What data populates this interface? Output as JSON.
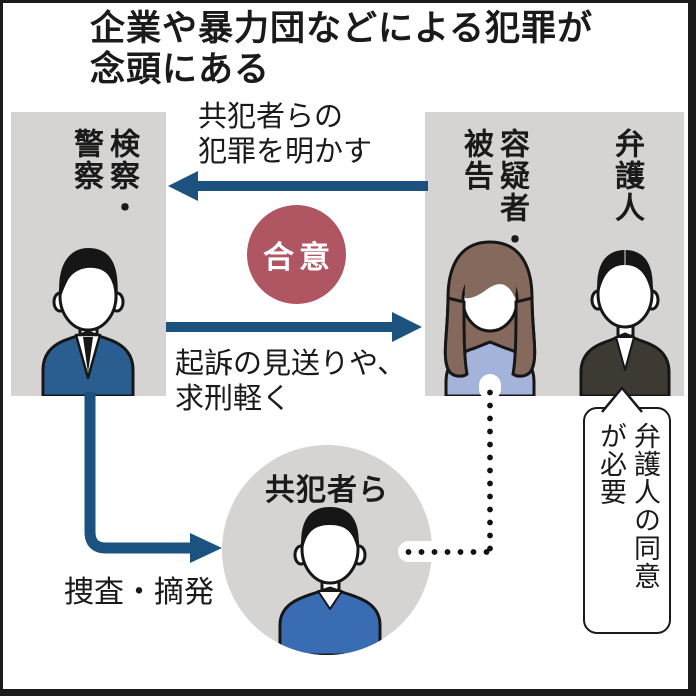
{
  "title": {
    "line1": "企業や暴力団などによる犯罪が",
    "line2": "念頭にある"
  },
  "left_box": {
    "label": "検察・警察"
  },
  "right_box": {
    "suspect_label": "容疑者・被告",
    "lawyer_label": "弁護人"
  },
  "agreement": {
    "label": "合意"
  },
  "flows": {
    "reveal": {
      "line1": "共犯者らの",
      "line2": "犯罪を明かす"
    },
    "benefit": {
      "line1": "起訴の見送りや、",
      "line2": "求刑軽く"
    },
    "investigate": {
      "label": "捜査・摘発"
    }
  },
  "accomplices": {
    "label": "共犯者ら"
  },
  "lawyer_note": {
    "label": "弁護人の同意が必要"
  },
  "colors": {
    "panel_gray": "#d5d4d2",
    "arrow_navy": "#1b527f",
    "agreement_red": "#b05562",
    "prosecutor_suit": "#2b5e90",
    "accomplice_shirt": "#3a6cb3",
    "suspect_top": "#a3b3da",
    "suspect_hair": "#85695c",
    "lawyer_suit": "#3d3933",
    "text": "#1a1a1a"
  }
}
